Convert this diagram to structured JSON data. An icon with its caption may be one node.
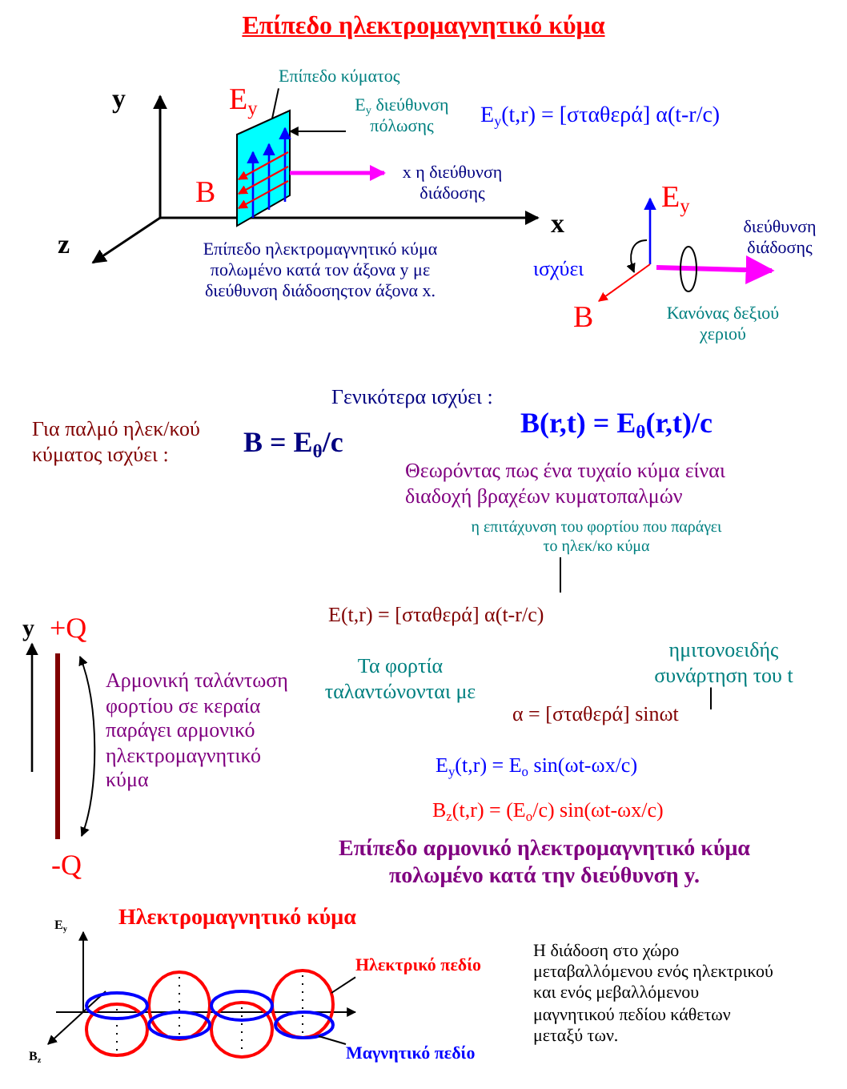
{
  "diagram": {
    "title": "Επίπεδο ηλεκτρομαγνητικό κύμα",
    "nodes": [
      {
        "text": [
          "Επίπεδο κύματος"
        ]
      },
      {
        "text": [
          "E$_{y}$ διεύθυνση πόλωσης"
        ]
      },
      {
        "text": [
          "η επιτάχυνση του φορτίου που παράγει το ηλεκ/κο κύμα"
        ]
      },
      {
        "text": [
          "ημιτονοειδής συνάρτηση του t"
        ]
      },
      {
        "text": [
          "Ηλεκτρικό πεδίο"
        ]
      },
      {
        "text": [
          "Μαγνητικό πεδίο"
        ]
      },
      {
        "text": [],
        "shape": "box"
      },
      {
        "text": [
          "x η διεύθυνση διάδοσης"
        ]
      }
    ],
    "edges": [
      {
        "from": 0,
        "to": 6,
        "arrow": "none"
      },
      {
        "from": 1,
        "to": 6,
        "arrow": "to"
      },
      {
        "from": 2,
        "to": null,
        "arrow": "none"
      },
      {
        "from": 3,
        "to": null,
        "arrow": "none"
      },
      {
        "from": 4,
        "to": null,
        "arrow": "none"
      },
      {
        "from": 5,
        "to": null,
        "arrow": "none"
      },
      {
        "from": 6,
        "to": 7,
        "arrow": "to",
        "style": "thick",
        "color": "#ff00ff"
      }
    ],
    "labels": [
      "y",
      "E$_{y}$",
      "B",
      "x",
      "z",
      "E$_{y}$(t,r) =  [σταθερά]   α(t-r/c)",
      "Επίπεδο ηλεκτρομαγνητικό κύμα πολωμένο κατά τον άξονα y με διεύθυνση διάδοσηςτον άξονα x.",
      "E$_{y}$",
      "διεύθυνση διάδοσης",
      "ισχύει",
      "B",
      "Κανόνας δεξιού χεριού",
      "Για παλμό ηλεκ/κού κύματος ισχύει :",
      "B = E$_{θ}$/c",
      "Γενικότερα ισχύει :",
      "B(r,t) = E$_{θ}$(r,t)/c",
      "Θεωρόντας πως ένα τυχαίο κύμα είναι διαδοχή βραχέων κυματοπαλμών",
      "E(t,r) =   [σταθερά]   α(t-r/c)",
      "y",
      "+Q",
      "Αρμονική ταλάντωση φορτίου σε κεραία παράγει αρμονικό ηλεκτρομαγνητικό κύμα",
      "-Q",
      "Τα φορτία ταλαντώνονται με",
      "α = [σταθερά] sinωt",
      "E$_{y}$(t,r) =  E$_{o}$  sin(ωt-ωx/c)",
      "B$_{z}$(t,r) = (E$_{o}$/c)  sin(ωt-ωx/c)",
      "Επίπεδο αρμονικό ηλεκτρομαγνητικό κύμα πολωμένο κατά την διεύθυνση y.",
      "Ηλεκτρομαγνητικό κύμα",
      "E$_{y}$",
      "B$_{z}$",
      "Η διάδοση στο χώρο μεταβαλλόμενου ενός ηλεκτρικού και ενός μεβαλλόμενου μαγνητικού πεδίου κάθετων μεταξύ των."
    ]
  }
}
